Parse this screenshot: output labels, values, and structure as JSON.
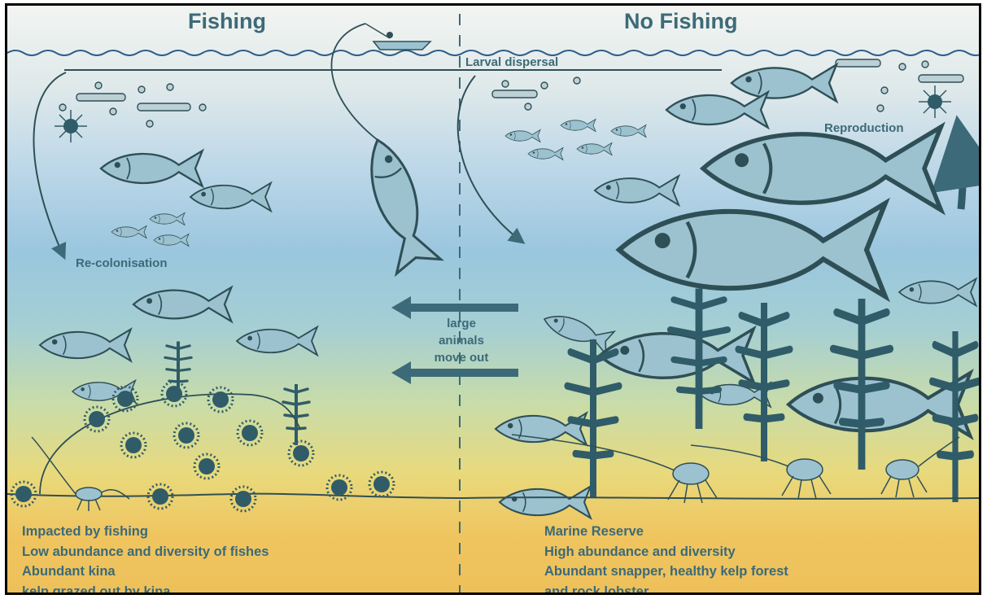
{
  "diagram": {
    "left_title": "Fishing",
    "right_title": "No Fishing",
    "larval_dispersal": "Larval dispersal",
    "recolonisation": "Re-colonisation",
    "reproduction": "Reproduction",
    "move_out": [
      "large",
      "animals",
      "move out"
    ],
    "left_notes": [
      "Impacted by fishing",
      "Low abundance and diversity of fishes",
      "Abundant kina",
      "kelp grazed out by kina"
    ],
    "right_notes": [
      "Marine Reserve",
      "High abundance and diversity",
      "Abundant snapper, healthy kelp forest",
      "and rock lobster"
    ]
  },
  "colors": {
    "ink": "#3c6a78",
    "line": "#2f4f56",
    "water_top": "#f2f4f1",
    "water_mid": "#9ac6de",
    "sand": "#eec05a"
  },
  "icons": [
    "fish-icon",
    "sea-urchin-icon",
    "kelp-icon",
    "lobster-icon",
    "boat-icon",
    "arrow-icon"
  ]
}
